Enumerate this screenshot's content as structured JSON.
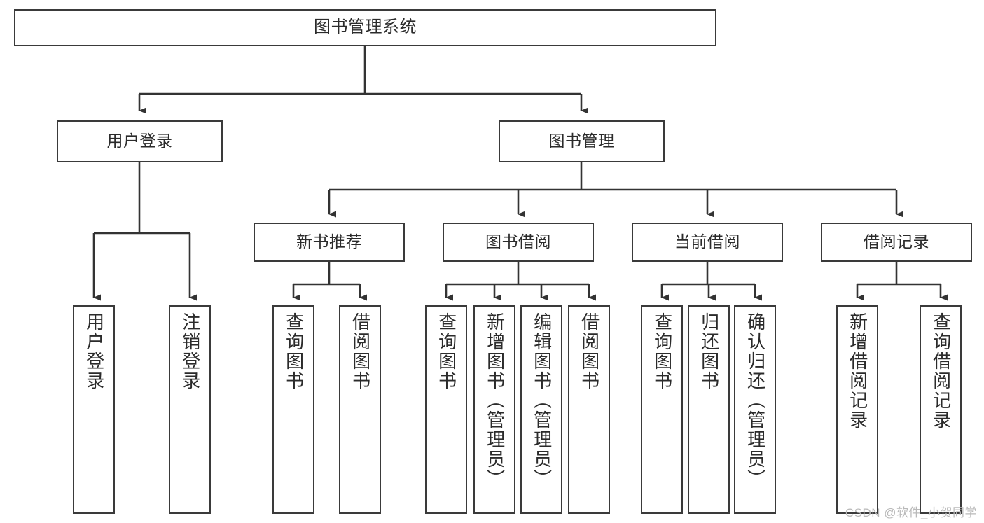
{
  "diagram": {
    "title": "图书管理系统",
    "type": "hierarchy-tree",
    "watermark": "CSDN @软件_小贺同学",
    "colors": {
      "box_border": "#3a3a3a",
      "box_fill": "#ffffff",
      "connector": "#333333",
      "text": "#2b2b2b",
      "watermark": "#b9b9b9"
    },
    "nodes": {
      "root": {
        "label": "图书管理系统"
      },
      "level2": [
        {
          "id": "user-login",
          "label": "用户登录"
        },
        {
          "id": "book-manage",
          "label": "图书管理"
        }
      ],
      "level3": [
        {
          "id": "new-book-rec",
          "label": "新书推荐"
        },
        {
          "id": "book-borrow",
          "label": "图书借阅"
        },
        {
          "id": "current-borrow",
          "label": "当前借阅"
        },
        {
          "id": "borrow-record",
          "label": "借阅记录"
        }
      ],
      "leaves": {
        "user_login": [
          {
            "id": "leaf-user-login",
            "label": "用户登录"
          },
          {
            "id": "leaf-logout-login",
            "label": "注销登录"
          }
        ],
        "new_book_rec": [
          {
            "id": "leaf-query-book-1",
            "label": "查询图书"
          },
          {
            "id": "leaf-borrow-book-1",
            "label": "借阅图书"
          }
        ],
        "book_borrow": [
          {
            "id": "leaf-query-book-2",
            "label": "查询图书"
          },
          {
            "id": "leaf-add-book",
            "label": "新增图书（管理员）"
          },
          {
            "id": "leaf-edit-book",
            "label": "编辑图书（管理员）"
          },
          {
            "id": "leaf-borrow-book-2",
            "label": "借阅图书"
          }
        ],
        "current_borrow": [
          {
            "id": "leaf-query-book-3",
            "label": "查询图书"
          },
          {
            "id": "leaf-return-book",
            "label": "归还图书"
          },
          {
            "id": "leaf-confirm-return",
            "label": "确认归还（管理员）"
          }
        ],
        "borrow_record": [
          {
            "id": "leaf-add-record",
            "label": "新增借阅记录"
          },
          {
            "id": "leaf-query-record",
            "label": "查询借阅记录"
          }
        ]
      }
    }
  }
}
